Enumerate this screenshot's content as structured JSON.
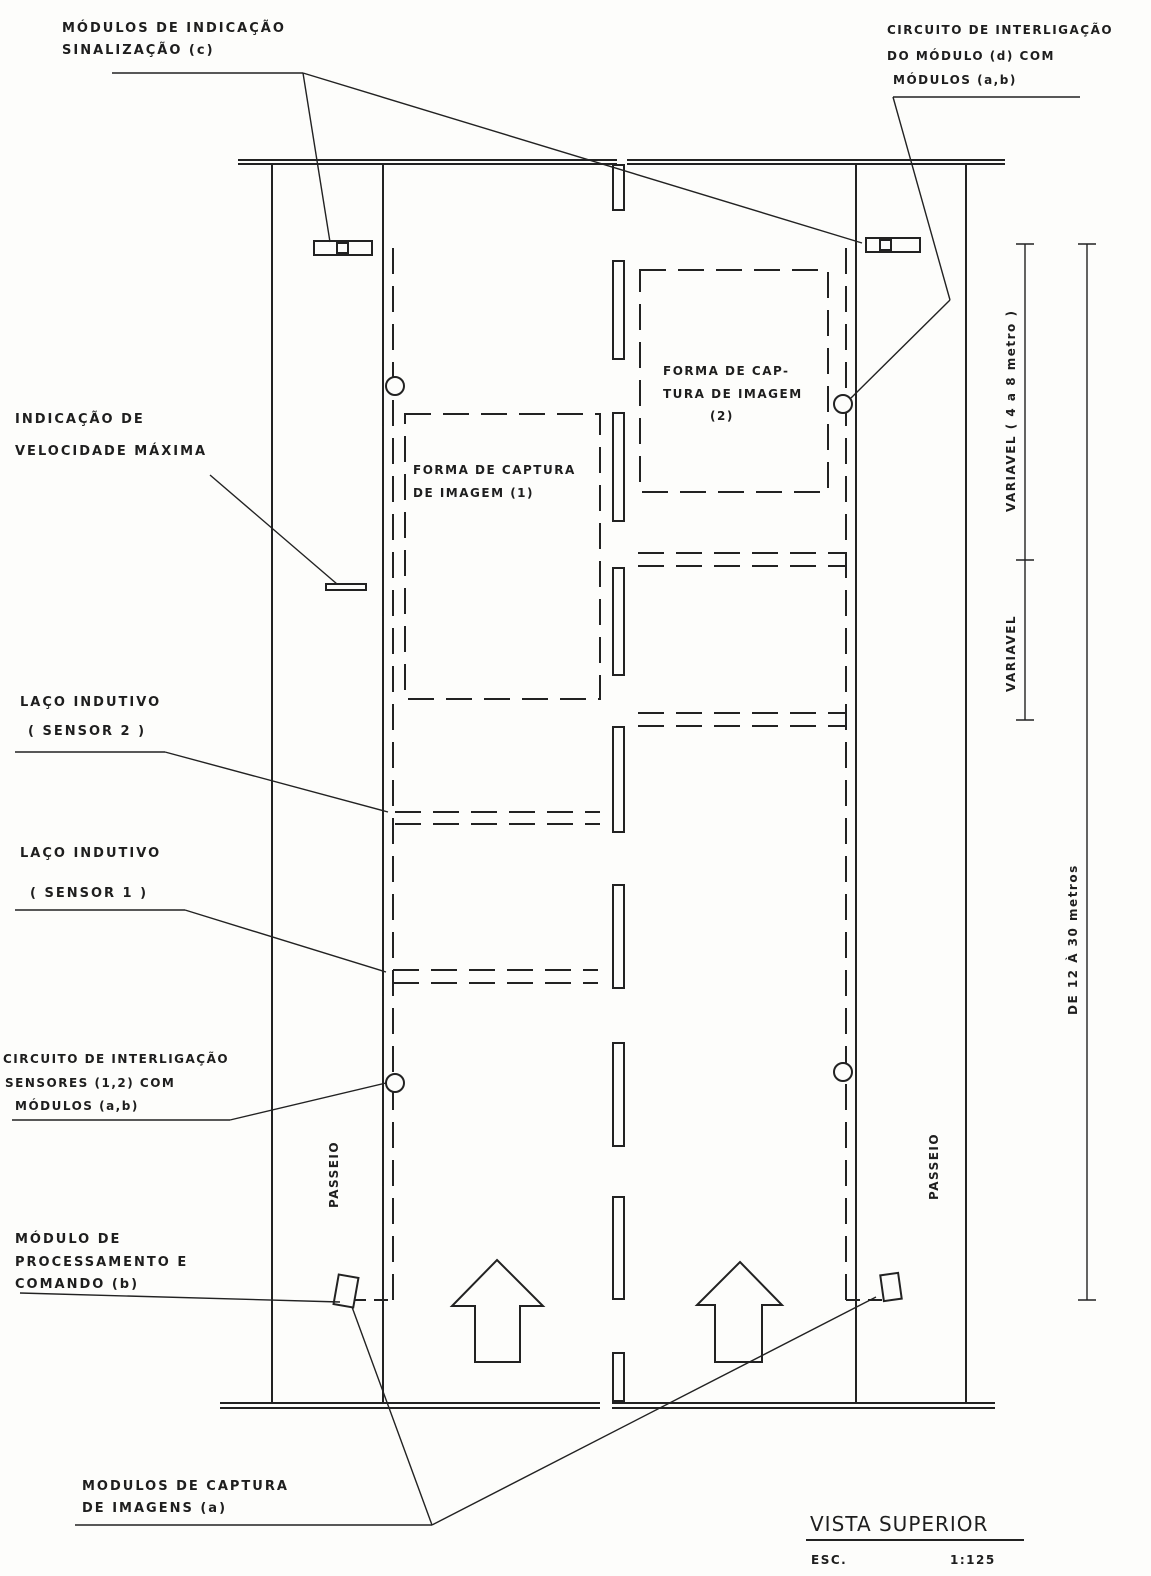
{
  "labels": {
    "modulos_indicacao": [
      "MÓDULOS DE INDICAÇÃO",
      "SINALIZAÇÃO (c)"
    ],
    "circuito_modulo_d": [
      "CIRCUITO DE INTERLIGAÇÃO",
      "DO MÓDULO (d)    COM",
      "MÓDULOS (a,b)"
    ],
    "indicacao_velocidade": [
      "INDICAÇÃO DE",
      "VELOCIDADE MÁXIMA"
    ],
    "laco_sensor2": [
      "LAÇO INDUTIVO",
      "( SENSOR 2 )"
    ],
    "laco_sensor1": [
      "LAÇO INDUTIVO",
      "( SENSOR 1 )"
    ],
    "circuito_sensores": [
      "CIRCUITO DE INTERLIGAÇÃO",
      "SENSORES (1,2) COM",
      "MÓDULOS (a,b)"
    ],
    "modulo_processamento": [
      "MÓDULO DE",
      "PROCESSAMENTO E",
      "COMANDO (b)"
    ],
    "modulos_captura": [
      "MODULOS DE CAPTURA",
      "DE IMAGENS (a)"
    ],
    "forma_captura_1": [
      "FORMA DE CAPTURA",
      "DE IMAGEM (1)"
    ],
    "forma_captura_2": [
      "FORMA DE CAP-",
      "TURA DE IMAGEM",
      "(2)"
    ],
    "passeio_left": "PASSEIO",
    "passeio_right": "PASSEIO",
    "dim_variavel_top": "VARIAVEL ( 4 a 8 metro )",
    "dim_variavel_mid": "VARIAVEL",
    "dim_total": "DE 12 À 30 metros",
    "view_title": "VISTA SUPERIOR",
    "scale_label": "ESC.",
    "scale_value": "1:125"
  }
}
